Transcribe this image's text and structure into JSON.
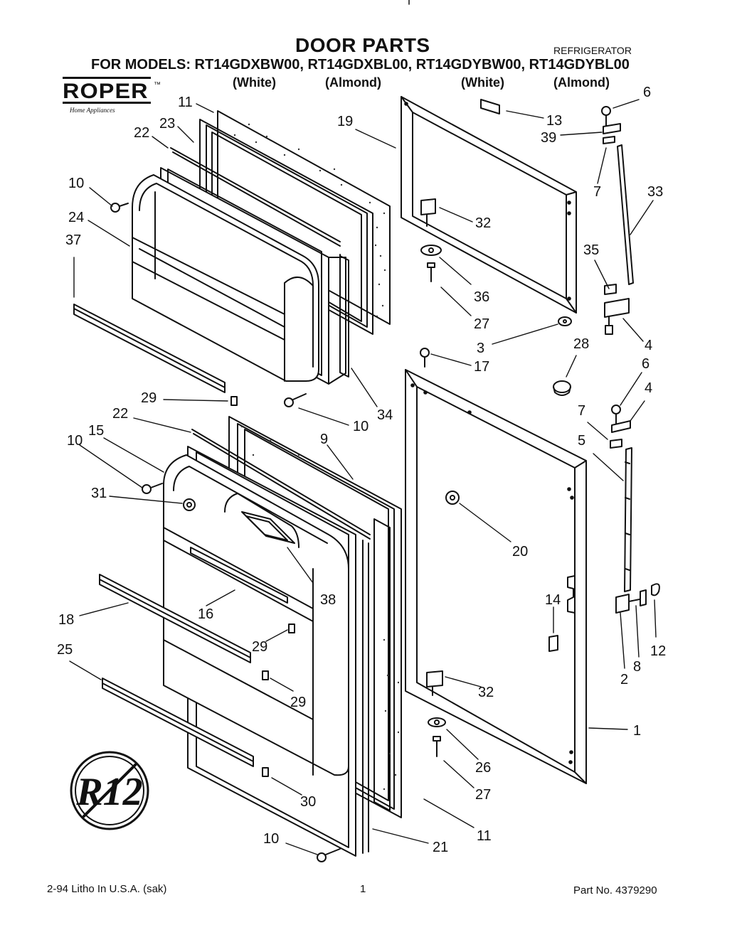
{
  "header": {
    "title": "DOOR PARTS",
    "category": "REFRIGERATOR",
    "models_line": "FOR MODELS: RT14GDXBW00, RT14GDXBL00, RT14GDYBW00, RT14GDYBL00",
    "color_labels": [
      "(White)",
      "(Almond)",
      "(White)",
      "(Almond)"
    ]
  },
  "brand": {
    "name": "ROPER",
    "trademark": "™",
    "subtitle": "Home Appliances"
  },
  "r12_badge": {
    "text": "R12"
  },
  "callouts": [
    "11",
    "23",
    "22",
    "10",
    "24",
    "37",
    "19",
    "13",
    "6",
    "39",
    "7",
    "33",
    "32",
    "35",
    "36",
    "27",
    "3",
    "4",
    "28",
    "17",
    "6",
    "4",
    "29",
    "10",
    "34",
    "22",
    "15",
    "9",
    "7",
    "5",
    "10",
    "31",
    "20",
    "38",
    "14",
    "18",
    "16",
    "29",
    "25",
    "29",
    "32",
    "1",
    "26",
    "30",
    "27",
    "10",
    "21",
    "11",
    "2",
    "8",
    "12"
  ],
  "footer": {
    "print_info": "2-94 Litho In U.S.A. (sak)",
    "page_number": "1",
    "part_number": "Part No. 4379290"
  }
}
